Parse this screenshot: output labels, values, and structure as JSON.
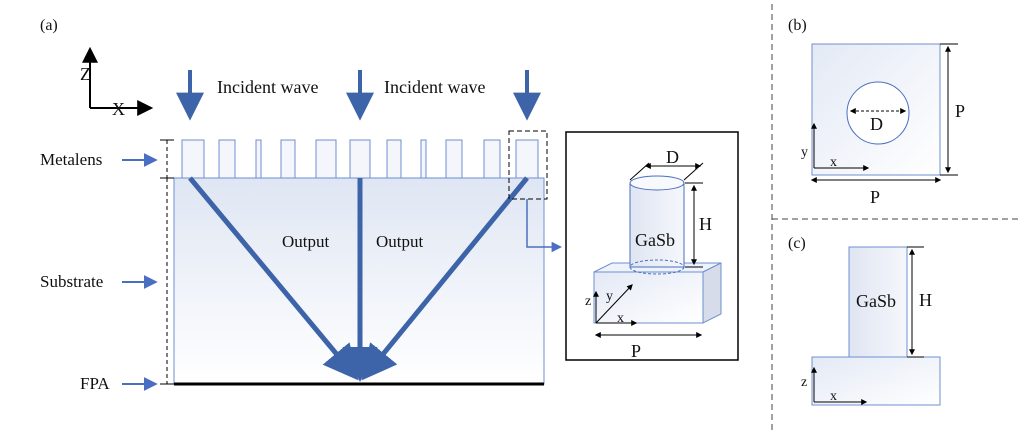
{
  "panel_a": {
    "tag": "(a)",
    "axis_z": "Z",
    "axis_x": "X",
    "incident_left": "Incident wave",
    "incident_right": "Incident wave",
    "label_metalens": "Metalens",
    "label_substrate": "Substrate",
    "label_fpa": "FPA",
    "output_left": "Output",
    "output_right": "Output",
    "inset": {
      "d": "D",
      "h": "H",
      "material": "GaSb",
      "z": "z",
      "y": "y",
      "x": "x",
      "p": "P"
    }
  },
  "panel_b": {
    "tag": "(b)",
    "d": "D",
    "p_right": "P",
    "p_bottom": "P",
    "y": "y",
    "x": "x"
  },
  "panel_c": {
    "tag": "(c)",
    "material": "GaSb",
    "h": "H",
    "z": "z",
    "x": "x"
  },
  "colors": {
    "arrow_blue": "#3d63a8",
    "outline_blue": "#6f8fd0",
    "fill_light": "#e9eef8"
  }
}
